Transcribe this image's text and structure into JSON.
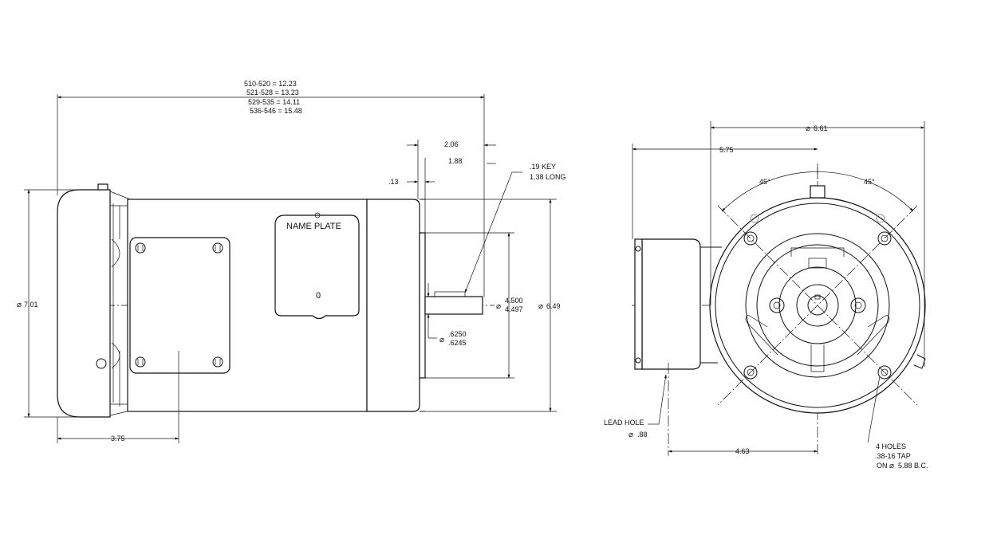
{
  "side_view": {
    "overall_lengths": [
      "510-520 = 12.23",
      "521-528 = 13.23",
      "529-535 = 14.11",
      "536-546 = 15.48"
    ],
    "dim_2_06": "2.06",
    "dim_1_88": "1.88",
    "dim_13": ".13",
    "key_line1": ".19 KEY",
    "key_line2": "1.38 LONG",
    "nameplate": "NAME PLATE",
    "nameplate_zero": "0",
    "dia_7_01": "7.01",
    "pilot_top": "4.500",
    "pilot_bottom": "4.497",
    "dia_6_49": "6.49",
    "shaft_top": ".6250",
    "shaft_bottom": ".6245",
    "dim_3_75": "3.75"
  },
  "end_view": {
    "dia_6_61": "6.61",
    "dim_5_75": "5.75",
    "angle_left": "45°",
    "angle_right": "45°",
    "lead_hole_label": "LEAD HOLE",
    "lead_hole_dia": ".88",
    "dim_4_63": "4.63",
    "holes_line1": "4 HOLES",
    "holes_line2": ".38-16 TAP",
    "holes_line3_prefix": "ON",
    "holes_line3_value": "5.88 B.C."
  },
  "symbols": {
    "diameter": "⌀"
  }
}
